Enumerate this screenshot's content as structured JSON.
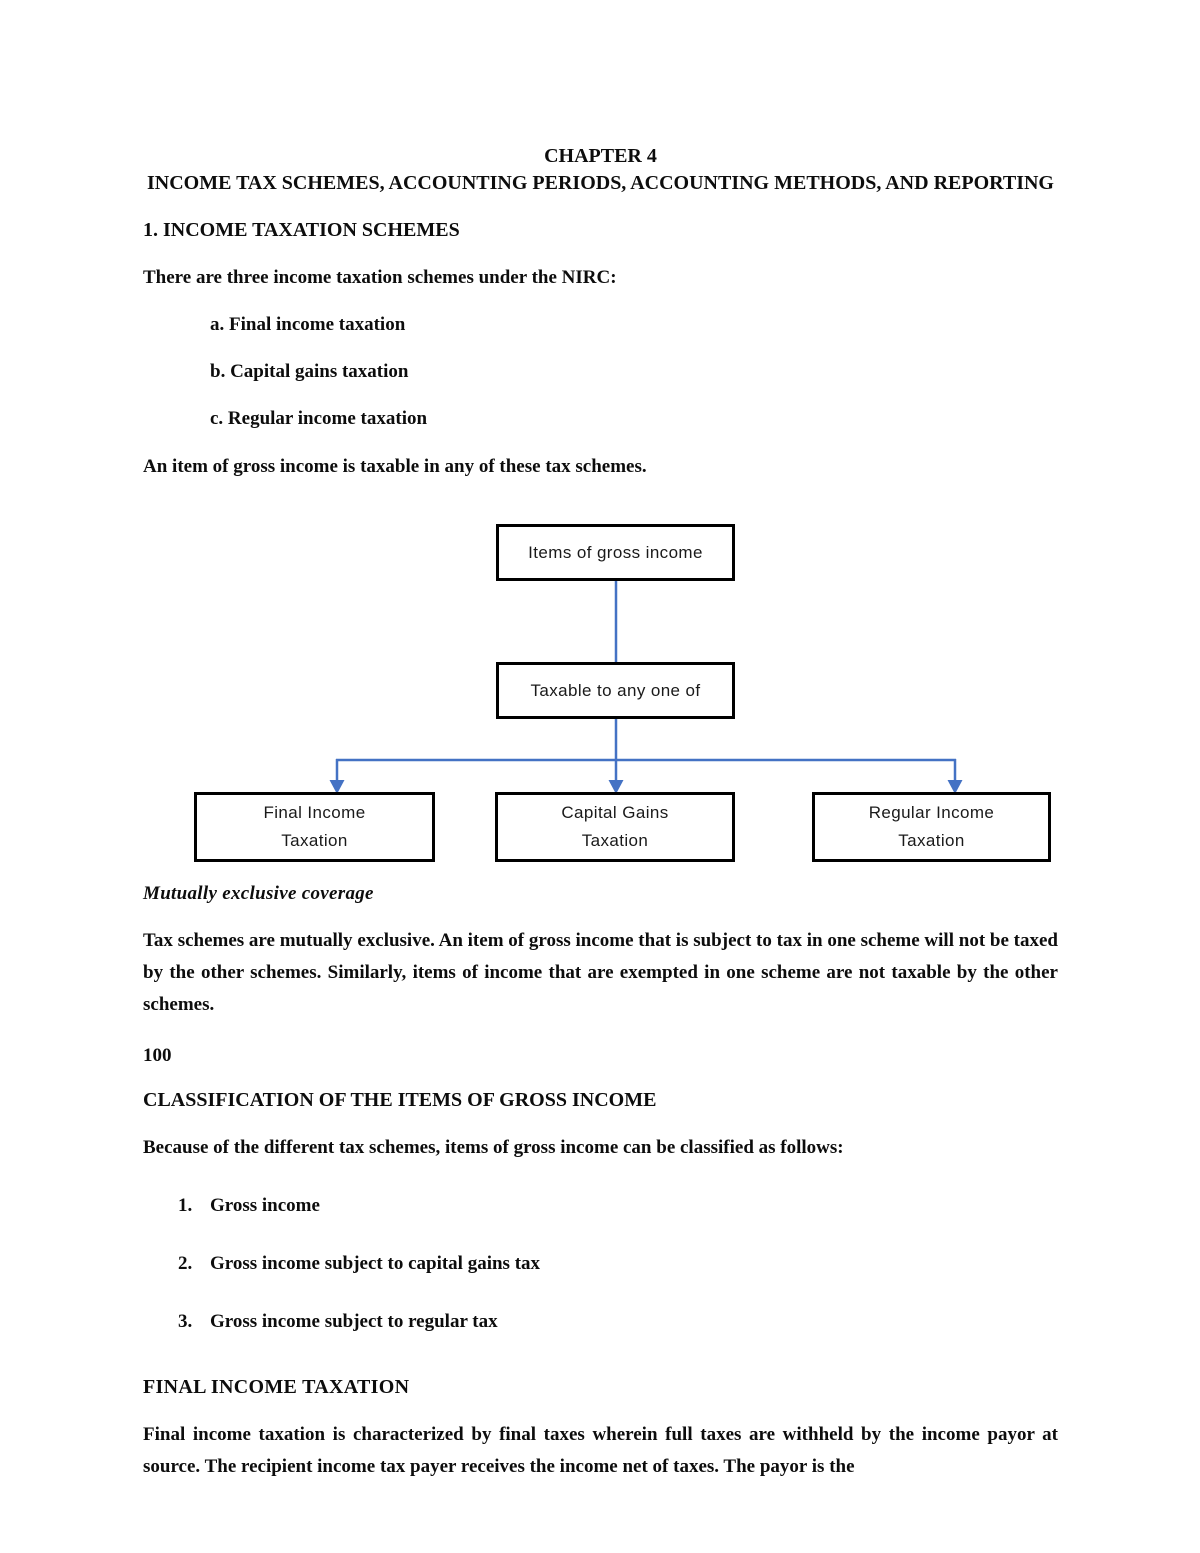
{
  "page": {
    "chapter_title": "CHAPTER 4",
    "chapter_subtitle": "INCOME TAX SCHEMES, ACCOUNTING PERIODS, ACCOUNTING METHODS, AND REPORTING",
    "section_schemes": {
      "heading": "1. INCOME TAXATION SCHEMES",
      "intro": "There are three income taxation schemes under the NIRC:",
      "items": [
        "a. Final income taxation",
        "b. Capital gains taxation",
        "c. Regular income taxation"
      ],
      "note": "An item of gross income is taxable in any of these tax schemes."
    },
    "diagram": {
      "top_box": "Items of gross income",
      "mid_box": "Taxable to any one of",
      "branch_boxes": [
        {
          "line1": "Final Income",
          "line2": "Taxation"
        },
        {
          "line1": "Capital Gains",
          "line2": "Taxation"
        },
        {
          "line1": "Regular Income",
          "line2": "Taxation"
        }
      ],
      "connector_color": "#4472C4",
      "box_border_color": "#000000"
    },
    "mutually_exclusive": {
      "heading": "Mutually exclusive coverage",
      "body": "Tax schemes are mutually exclusive. An item of gross income that is subject to tax in one scheme will not be taxed by the other schemes. Similarly, items of income that are exempted in one scheme are not taxable by the other schemes."
    },
    "page_number": "100",
    "section_classification": {
      "heading": "CLASSIFICATION OF THE ITEMS OF GROSS INCOME",
      "intro": "Because of the different tax schemes, items of gross income can be classified as follows:",
      "items": [
        {
          "num": "1.",
          "text": "Gross income"
        },
        {
          "num": "2.",
          "text": "Gross income subject to capital gains tax"
        },
        {
          "num": "3.",
          "text": "Gross income subject to regular tax"
        }
      ]
    },
    "section_final": {
      "heading": "FINAL INCOME TAXATION",
      "body": "Final income taxation is characterized by final taxes wherein full taxes are withheld by the income payor at source. The recipient income tax payer receives the income net of taxes. The payor is the"
    }
  }
}
